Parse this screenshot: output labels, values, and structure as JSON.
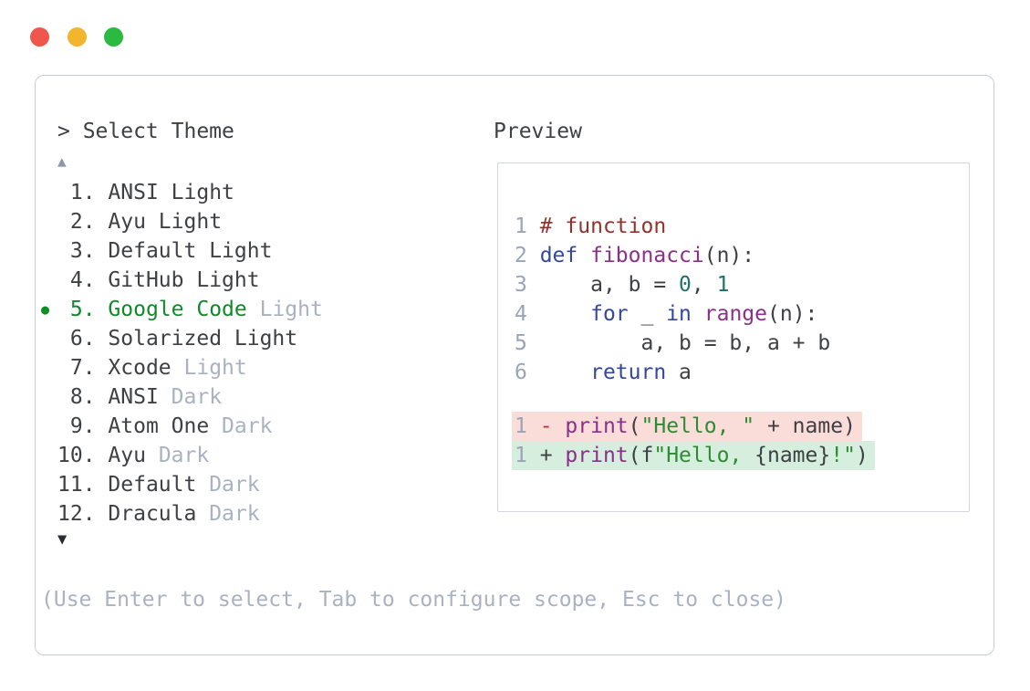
{
  "window": {
    "traffic_lights": [
      {
        "name": "close",
        "color": "#f1564d"
      },
      {
        "name": "minimize",
        "color": "#f2b52c"
      },
      {
        "name": "zoom",
        "color": "#2aba41"
      }
    ]
  },
  "picker": {
    "prompt": "> Select Theme",
    "up_arrow": "▲",
    "down_arrow": "▼",
    "selected_indicator": "●",
    "items": [
      {
        "num": " 1.",
        "name": "ANSI Light",
        "suffix": "",
        "selected": false
      },
      {
        "num": " 2.",
        "name": "Ayu Light",
        "suffix": "",
        "selected": false
      },
      {
        "num": " 3.",
        "name": "Default Light",
        "suffix": "",
        "selected": false
      },
      {
        "num": " 4.",
        "name": "GitHub Light",
        "suffix": "",
        "selected": false
      },
      {
        "num": " 5.",
        "name": "Google Code",
        "suffix": " Light",
        "selected": true
      },
      {
        "num": " 6.",
        "name": "Solarized Light",
        "suffix": "",
        "selected": false
      },
      {
        "num": " 7.",
        "name": "Xcode",
        "suffix": " Light",
        "selected": false
      },
      {
        "num": " 8.",
        "name": "ANSI",
        "suffix": " Dark",
        "selected": false
      },
      {
        "num": " 9.",
        "name": "Atom One",
        "suffix": " Dark",
        "selected": false
      },
      {
        "num": "10.",
        "name": "Ayu",
        "suffix": " Dark",
        "selected": false
      },
      {
        "num": "11.",
        "name": "Default",
        "suffix": " Dark",
        "selected": false
      },
      {
        "num": "12.",
        "name": "Dracula",
        "suffix": " Dark",
        "selected": false
      }
    ],
    "help": "(Use Enter to select, Tab to configure scope, Esc to close)"
  },
  "preview": {
    "label": "Preview",
    "lines": [
      {
        "tokens": [
          [
            "1 ",
            "lineno"
          ],
          [
            "# function",
            "comment"
          ]
        ]
      },
      {
        "tokens": [
          [
            "2 ",
            "lineno"
          ],
          [
            "def",
            "keyword"
          ],
          [
            " ",
            "plain"
          ],
          [
            "fibonacci",
            "funcname"
          ],
          [
            "(n):",
            "plain"
          ]
        ]
      },
      {
        "tokens": [
          [
            "3 ",
            "lineno"
          ],
          [
            "    a, b = ",
            "plain"
          ],
          [
            "0",
            "literal"
          ],
          [
            ", ",
            "plain"
          ],
          [
            "1",
            "literal"
          ]
        ]
      },
      {
        "tokens": [
          [
            "4 ",
            "lineno"
          ],
          [
            "    ",
            "plain"
          ],
          [
            "for",
            "keyword"
          ],
          [
            " _ ",
            "plain"
          ],
          [
            "in",
            "keyword"
          ],
          [
            " ",
            "plain"
          ],
          [
            "range",
            "funcname"
          ],
          [
            "(n):",
            "plain"
          ]
        ]
      },
      {
        "tokens": [
          [
            "5 ",
            "lineno"
          ],
          [
            "        a, b = b, a + b",
            "plain"
          ]
        ]
      },
      {
        "tokens": [
          [
            "6 ",
            "lineno"
          ],
          [
            "    ",
            "plain"
          ],
          [
            "return",
            "keyword"
          ],
          [
            " a",
            "plain"
          ]
        ]
      },
      {
        "spacer": true,
        "tokens": []
      },
      {
        "bg": "removed",
        "tokens": [
          [
            "1 ",
            "lineno"
          ],
          [
            "- ",
            "minus"
          ],
          [
            "print",
            "funcname"
          ],
          [
            "(",
            "plain"
          ],
          [
            "\"Hello, \"",
            "string"
          ],
          [
            " + name)",
            "plain"
          ]
        ]
      },
      {
        "bg": "added",
        "tokens": [
          [
            "1 ",
            "lineno"
          ],
          [
            "+ ",
            "plus"
          ],
          [
            "print",
            "funcname"
          ],
          [
            "(f",
            "plain"
          ],
          [
            "\"Hello, ",
            "string"
          ],
          [
            "{name}",
            "plain"
          ],
          [
            "!\"",
            "string"
          ],
          [
            ")",
            "plain"
          ]
        ]
      }
    ]
  },
  "colors": {
    "text": "#3e4043",
    "dim": "#a9b2c2",
    "line_number": "#9aa4b6",
    "selected_green": "#12882a",
    "bullet_green": "#0e8f23",
    "keyword_blue": "#33479e",
    "function_purple": "#8b2f8b",
    "comment_red": "#94312b",
    "literal_teal": "#1e7070",
    "string_green": "#2f8b33",
    "diff_removed_bg": "#fadcd9",
    "diff_added_bg": "#d5eedd",
    "panel_border": "#c9cdd6",
    "preview_border": "#d3d6de",
    "traffic_red": "#f1564d",
    "traffic_yellow": "#f2b52c",
    "traffic_green": "#2aba41"
  }
}
